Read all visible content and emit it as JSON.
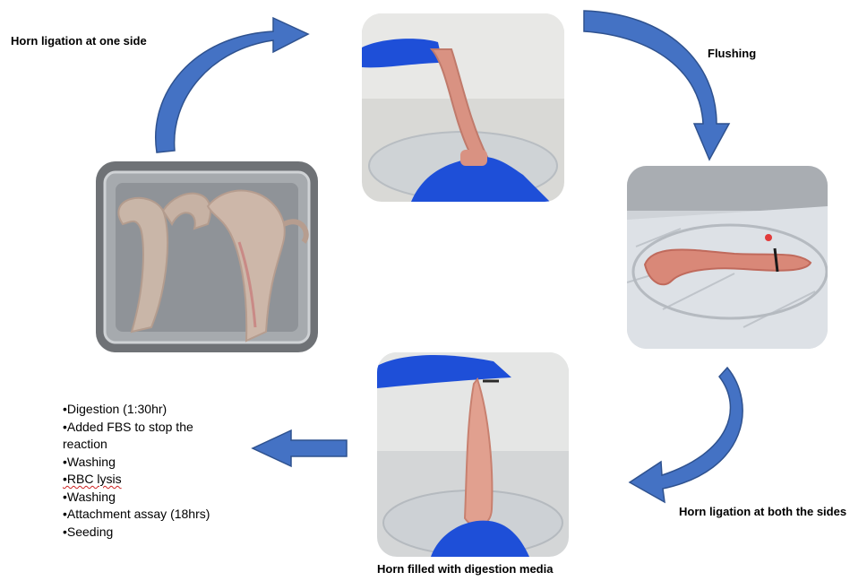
{
  "labels": {
    "top_left": "Horn ligation at one side",
    "top_right": "Flushing",
    "right": "Horn ligation at both the sides",
    "bottom": "Horn filled with digestion media"
  },
  "steps": [
    "•Digestion (1:30hr)",
    "•Added FBS to stop the reaction",
    "•Washing",
    "•RBC lysis",
    "•Washing",
    "•Attachment assay (18hrs)",
    "•Seeding"
  ],
  "colors": {
    "arrow_fill": "#4472c4",
    "arrow_stroke": "#2f528f",
    "glove": "#1e4fd8",
    "tissue": "#d99282",
    "tray": "#9a9ea2",
    "foil": "#dde1e6"
  }
}
